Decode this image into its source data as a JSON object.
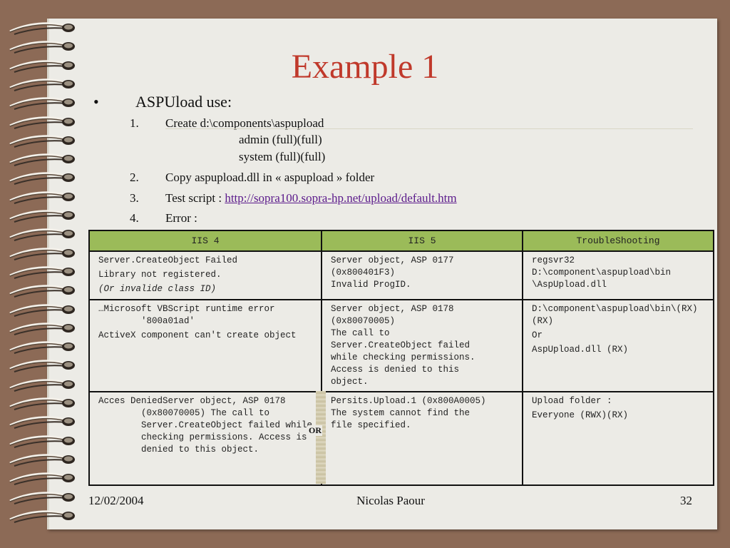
{
  "slide": {
    "title": "Example 1",
    "bullet": "•",
    "bullet_text": "ASPUload use:",
    "steps": [
      {
        "num": "1.",
        "text": "Create d:\\components\\aspupload",
        "sub": [
          "admin (full)(full)",
          "system (full)(full)"
        ]
      },
      {
        "num": "2.",
        "text": "Copy aspupload.dll in « aspupload » folder"
      },
      {
        "num": "3.",
        "text_prefix": "Test script : ",
        "link": "http://sopra100.sopra-hp.net/upload/default.htm"
      },
      {
        "num": "4.",
        "text": "Error :"
      }
    ]
  },
  "table": {
    "headers": [
      "IIS 4",
      "IIS 5",
      "TroubleShooting"
    ],
    "row1": {
      "c1": [
        "Server.CreateObject Failed",
        "Library not registered.",
        "(Or invalide class ID)"
      ],
      "c2": [
        "Server object, ASP 0177",
        "(0x800401F3)",
        "Invalid ProgID."
      ],
      "c3": [
        "regsvr32",
        "D:\\component\\aspupload\\bin",
        "\\AspUpload.dll"
      ]
    },
    "row2": {
      "c1a": "…Microsoft VBScript runtime error '800a01ad'",
      "c1b": "ActiveX component can't create object",
      "c2": [
        "Server object, ASP 0178",
        "(0x80070005)",
        "The call to",
        "Server.CreateObject failed",
        "while checking permissions.",
        "Access is denied to this",
        "object."
      ],
      "c3a": "D:\\component\\aspupload\\bin\\(RX)(RX)",
      "c3b": "Or",
      "c3c": "AspUpload.dll (RX)"
    },
    "row3": {
      "c1": "Acces DeniedServer object, ASP 0178 (0x80070005) The call to Server.CreateObject failed while checking permissions. Access is denied to this object.",
      "c2": [
        "Persits.Upload.1 (0x800A0005)",
        "The system cannot find the",
        "file specified."
      ],
      "c3a": "Upload folder :",
      "c3b": "Everyone (RWX)(RX)"
    },
    "or_label": "OR"
  },
  "footer": {
    "date": "12/02/2004",
    "author": "Nicolas Paour",
    "page": "32"
  },
  "colors": {
    "title": "#c0392b",
    "header_bg": "#9bbb59",
    "page_bg": "#8c6a56",
    "paper": "#ecebe6",
    "link": "#5b1a8b"
  }
}
